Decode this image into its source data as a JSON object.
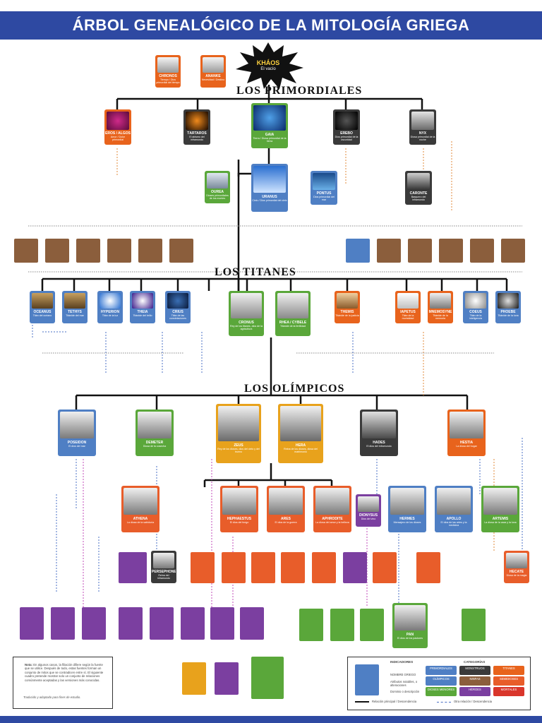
{
  "title": "ÁRBOL GENEALÓGICO DE LA MITOLOGÍA GRIEGA",
  "sections": {
    "primordiales": "LOS PRIMORDIALES",
    "titanes": "LOS TITANES",
    "olimpicos": "LOS OLÍMPICOS"
  },
  "khaos": {
    "name": "KHÁOS",
    "sub": "El vacío"
  },
  "colors": {
    "primordial": "#e8631c",
    "titan": "#3a6fb5",
    "olympian": "#e8a21c",
    "olympian_child": "#e85d2a",
    "green": "#5aa73a",
    "brown": "#8b5e3c",
    "purple": "#7b3fa0",
    "dark": "#3a3a3a",
    "blue": "#4f7fc4",
    "red": "#d9362b"
  },
  "cards": {
    "chronos": {
      "name": "CHRONOS",
      "desc": "Tiempo / Dios primordial del tiempo"
    },
    "ananke": {
      "name": "ANANKE",
      "desc": "Necesidad / Destino"
    },
    "eros": {
      "name": "EROS / ALGOS",
      "desc": "Amor / Dolor primordial"
    },
    "tartarus": {
      "name": "TÁRTAROS",
      "desc": "El abismo del inframundo"
    },
    "gaia": {
      "name": "GAIA",
      "desc": "Tierra / Diosa primordial de la tierra"
    },
    "erebus": {
      "name": "ÉREBO",
      "desc": "Dios primordial de la oscuridad"
    },
    "nyx": {
      "name": "NYX",
      "desc": "Diosa primordial de la noche"
    },
    "uranus": {
      "name": "URANUS",
      "desc": "Cielo / Dios primordial del cielo"
    },
    "ourea": {
      "name": "OUREA",
      "desc": "Dioses primordiales de los montes"
    },
    "pontus": {
      "name": "PONTUS",
      "desc": "Dios primordial del mar"
    },
    "caronte": {
      "name": "CARONTE",
      "desc": "Barquero del inframundo"
    },
    "oceanus": {
      "name": "OCÉANUS",
      "desc": "Titán del océano"
    },
    "tethys": {
      "name": "TETHYS",
      "desc": "Titánide del mar"
    },
    "hyperion": {
      "name": "HYPERION",
      "desc": "Titán de la luz"
    },
    "theia": {
      "name": "THEIA",
      "desc": "Titánide del brillo"
    },
    "crius": {
      "name": "CRIUS",
      "desc": "Titán de las constelaciones"
    },
    "cronus": {
      "name": "CRONUS",
      "desc": "Rey de los titanes, dios de la agricultura"
    },
    "rhea": {
      "name": "RHEA / CYBELE",
      "desc": "Titánide de la fertilidad"
    },
    "themis": {
      "name": "THEMIS",
      "desc": "Titánide de la justicia"
    },
    "iapetus": {
      "name": "IAPETUS",
      "desc": "Titán de la mortalidad"
    },
    "mnemosyne": {
      "name": "MNEMOSYNE",
      "desc": "Titánide de la memoria"
    },
    "coeus": {
      "name": "COEUS",
      "desc": "Titán de la inteligencia"
    },
    "phoebe": {
      "name": "PHOEBE",
      "desc": "Titánide de la luna"
    },
    "zeus": {
      "name": "ZEUS",
      "desc": "Rey de los dioses, dios del cielo y del trueno"
    },
    "hera": {
      "name": "HERA",
      "desc": "Reina de los dioses, diosa del matrimonio"
    },
    "hades": {
      "name": "HADES",
      "desc": "El dios del inframundo"
    },
    "hestia": {
      "name": "HESTIA",
      "desc": "La diosa del hogar"
    },
    "poseidon": {
      "name": "POSEIDON",
      "desc": "El dios del mar"
    },
    "demeter": {
      "name": "DEMETER",
      "desc": "Diosa de la cosecha"
    },
    "athena": {
      "name": "ATHENA",
      "desc": "La diosa de la sabiduría"
    },
    "hephaestus": {
      "name": "HEPHAESTUS",
      "desc": "El dios del fuego"
    },
    "ares": {
      "name": "ARES",
      "desc": "El dios de la guerra"
    },
    "aphrodite": {
      "name": "APHRODITE",
      "desc": "La diosa del amor y la belleza"
    },
    "hermes": {
      "name": "HERMES",
      "desc": "Mensajero de los dioses"
    },
    "apollo": {
      "name": "APOLLO",
      "desc": "El dios de las artes y la medicina"
    },
    "artemis": {
      "name": "ARTEMIS",
      "desc": "La diosa de la caza y la luna"
    },
    "dionysus": {
      "name": "DIONYSUS",
      "desc": "Dios del vino"
    },
    "pan": {
      "name": "PAN",
      "desc": "El dios de los pastores"
    },
    "persephone": {
      "name": "PERSEPHONE",
      "desc": "Reina del inframundo"
    },
    "hecate": {
      "name": "HECATE",
      "desc": "Diosa de la magia"
    }
  },
  "labels": {
    "nota_title": "Nota:",
    "nota_body": "En algunos casos, la filiación difiere según la fuente que se utilice. Después de todo, estas fuentes forman un conjunto de mitos que se contradicen entre sí. El siguiente cuadro pretende mostrar solo un conjunto de relaciones comúnmente aceptadas y las versiones más conocidas.",
    "nota_foot": "Traducido y adaptado para fines de estudio.",
    "legend_indicadores": "INDICADORES",
    "legend_categorias": "CATEGORÍAS",
    "legend_nombre": "NOMBRE GRIEGO",
    "legend_atributos": "Atributos notables, o alteraciones",
    "legend_dominio": "Dominio o descripción",
    "legend_relacion": "Relación principal / Descendencia",
    "legend_otra": "Otra relación / Descendencia",
    "cats": [
      "PRIMORDIALES",
      "MONSTRUOS",
      "TITANES",
      "OLÍMPICOS",
      "NINFAS",
      "SEMIDIOSES",
      "DIOSES MENORES",
      "HÉROES",
      "MORTALES"
    ]
  }
}
